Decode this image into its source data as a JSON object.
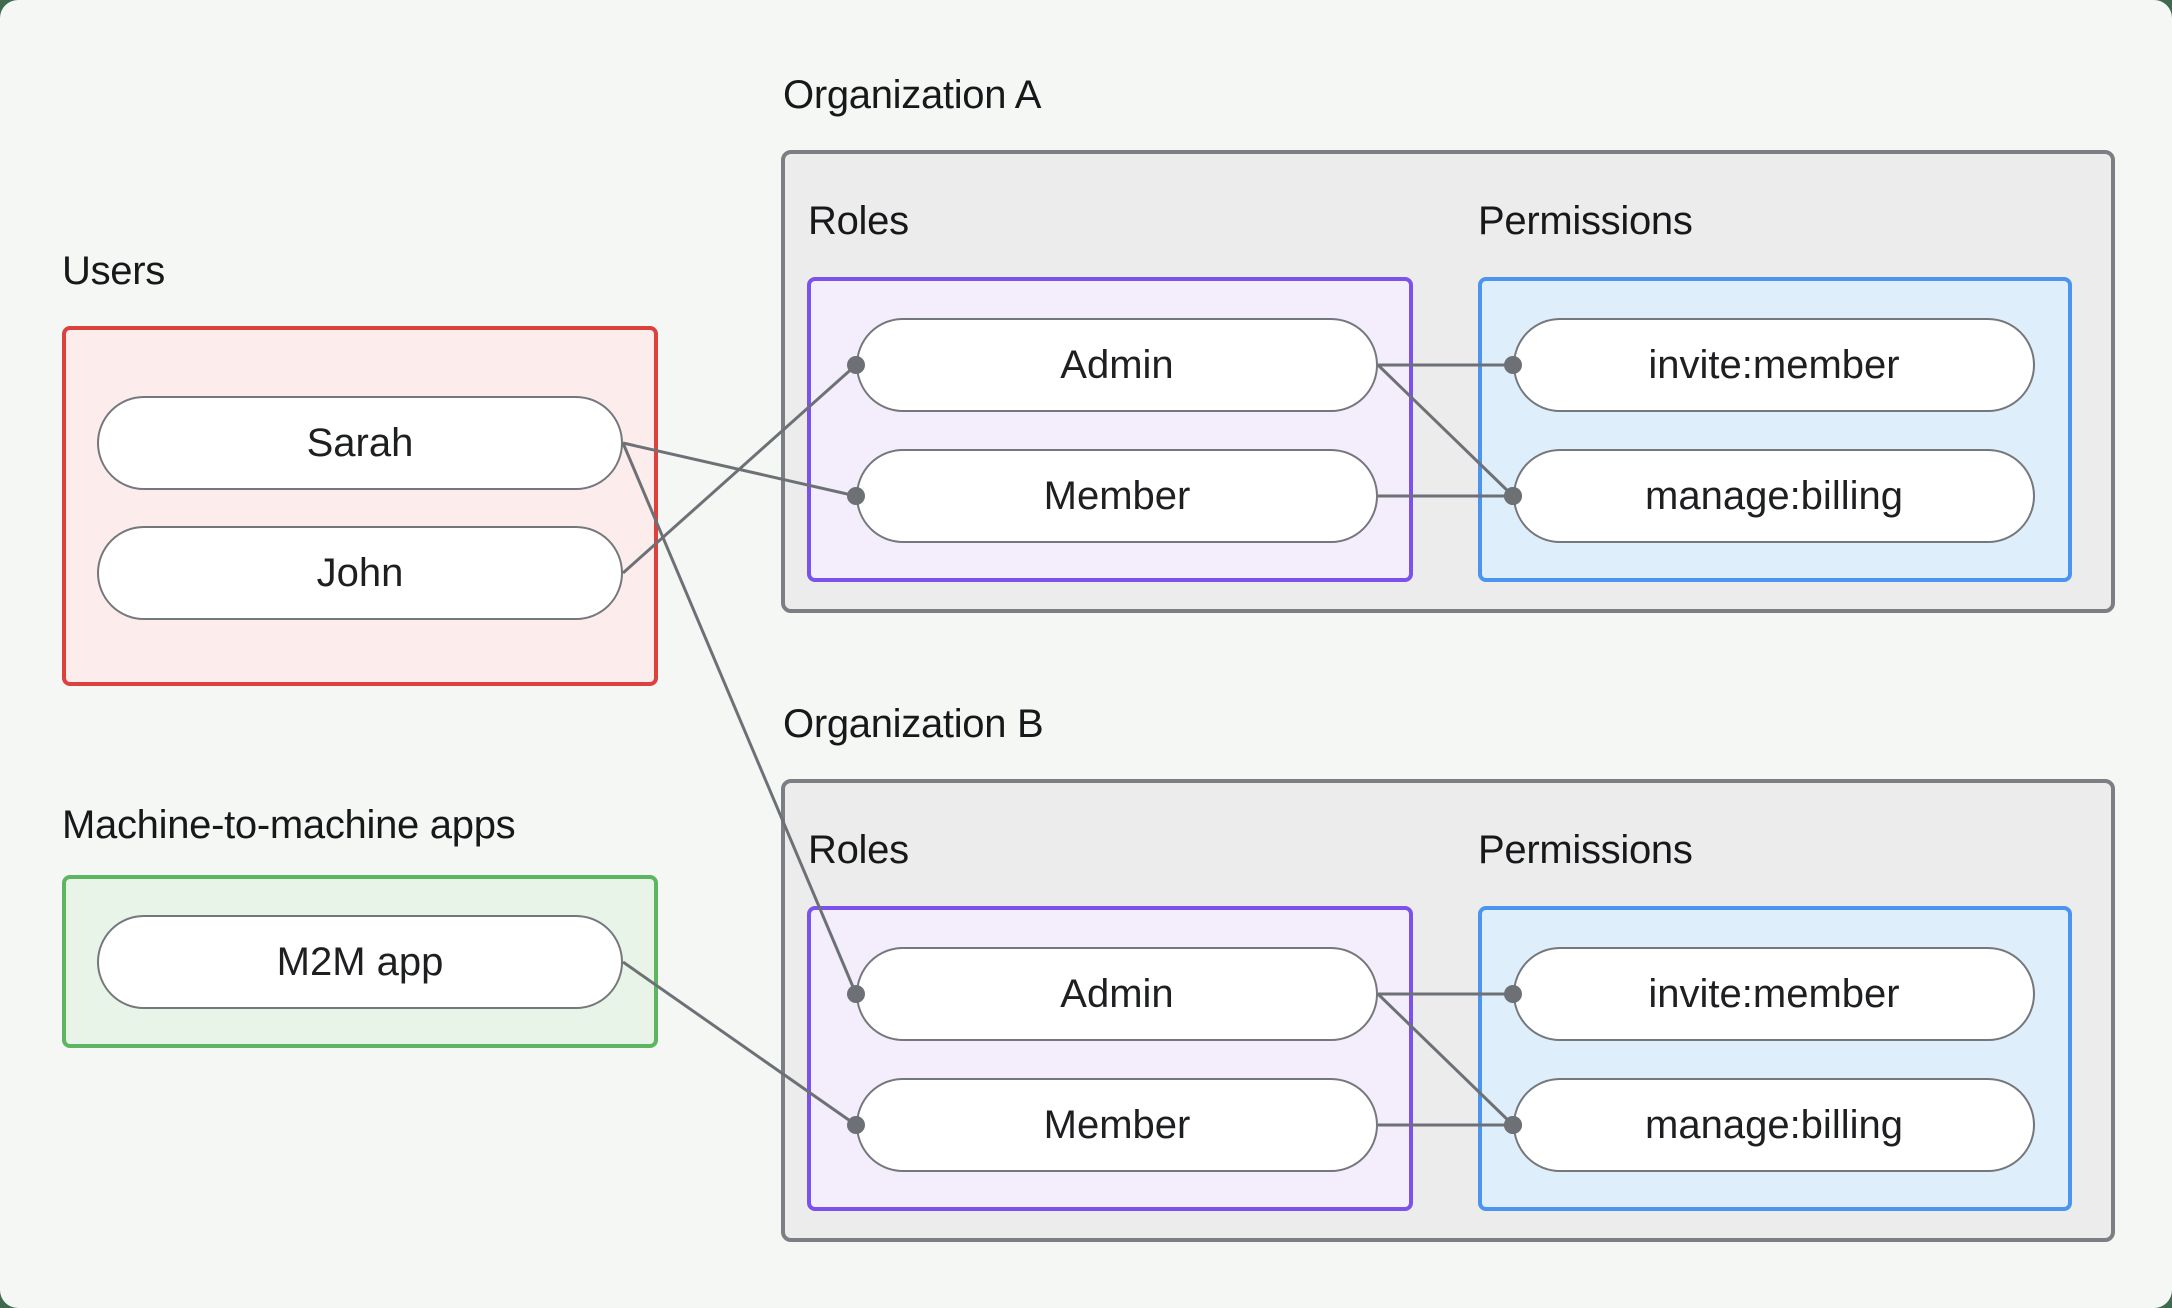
{
  "page": {
    "page_background": "#3e6a4e",
    "card_background": "#f4f7f4"
  },
  "colors": {
    "page_background": "#3e6a4e",
    "card_background": "#f4f7f4",
    "connector": "#6d7176",
    "node_border": "#74777b",
    "node_fill": "#ffffff",
    "node_text": "#1e1f21",
    "label_text": "#17181a",
    "users_border": "#dc413e",
    "users_fill": "#fcedec",
    "m2m_border": "#5cb661",
    "m2m_fill": "#e9f4e8",
    "org_border": "#7b7e82",
    "org_fill": "#ececed",
    "roles_border": "#7c52ec",
    "roles_fill": "#f3edfc",
    "permissions_border": "#4b94ef",
    "permissions_fill": "#dfeefb"
  },
  "users": {
    "title": "Users",
    "items": [
      {
        "id": "sarah",
        "label": "Sarah"
      },
      {
        "id": "john",
        "label": "John"
      }
    ]
  },
  "m2m": {
    "title": "Machine-to-machine apps",
    "items": [
      {
        "id": "m2m",
        "label": "M2M app"
      }
    ]
  },
  "orgA": {
    "title": "Organization A",
    "roles_title": "Roles",
    "permissions_title": "Permissions",
    "roles": [
      {
        "id": "orgA-admin",
        "label": "Admin"
      },
      {
        "id": "orgA-member",
        "label": "Member"
      }
    ],
    "permissions": [
      {
        "id": "orgA-invite",
        "label": "invite:member"
      },
      {
        "id": "orgA-manage",
        "label": "manage:billing"
      }
    ]
  },
  "orgB": {
    "title": "Organization B",
    "roles_title": "Roles",
    "permissions_title": "Permissions",
    "roles": [
      {
        "id": "orgB-admin",
        "label": "Admin"
      },
      {
        "id": "orgB-member",
        "label": "Member"
      }
    ],
    "permissions": [
      {
        "id": "orgB-invite",
        "label": "invite:member"
      },
      {
        "id": "orgB-manage",
        "label": "manage:billing"
      }
    ]
  },
  "connections": [
    {
      "from": "sarah",
      "to": "orgA-member"
    },
    {
      "from": "john",
      "to": "orgA-admin"
    },
    {
      "from": "sarah",
      "to": "orgB-admin"
    },
    {
      "from": "m2m",
      "to": "orgB-member"
    },
    {
      "from": "orgA-admin",
      "to": "orgA-invite"
    },
    {
      "from": "orgA-admin",
      "to": "orgA-manage"
    },
    {
      "from": "orgA-member",
      "to": "orgA-manage"
    },
    {
      "from": "orgB-admin",
      "to": "orgB-invite"
    },
    {
      "from": "orgB-admin",
      "to": "orgB-manage"
    },
    {
      "from": "orgB-member",
      "to": "orgB-manage"
    }
  ]
}
